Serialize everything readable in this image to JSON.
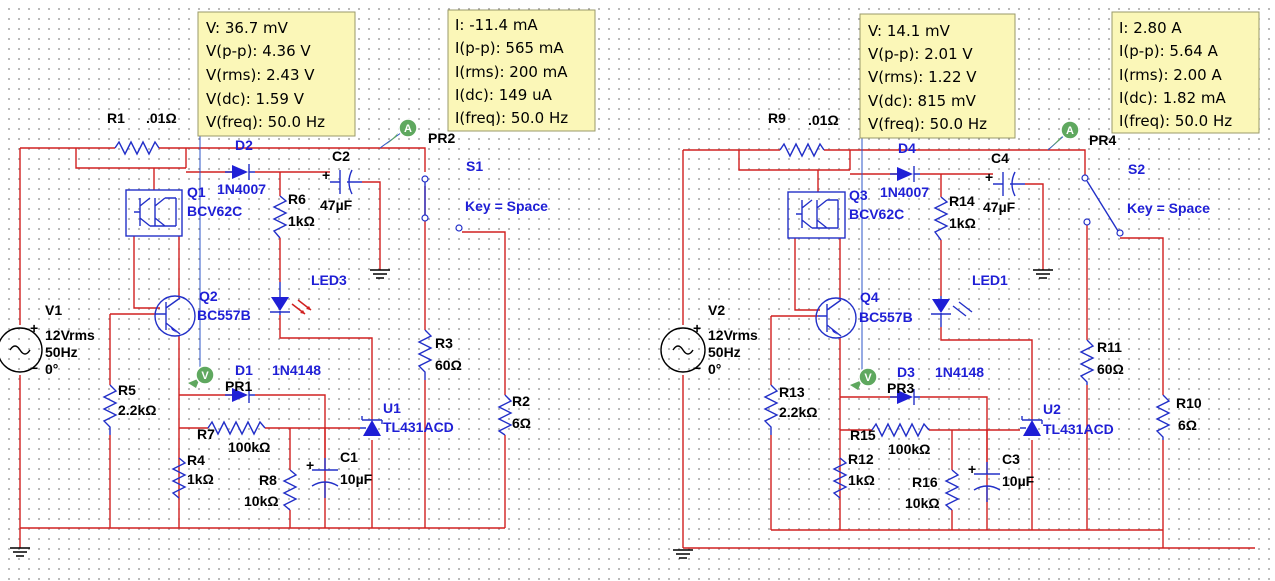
{
  "colors": {
    "wire": "#d12020",
    "component": "#1f1fd6",
    "probe": "#5fa85f",
    "tooltip": "#fbf7b8"
  },
  "left": {
    "r1_name": "R1",
    "r1_val": ".01Ω",
    "d2_name": "D2",
    "d2_model": "1N4007",
    "q1_name": "Q1",
    "q1_model": "BCV62C",
    "r6_name": "R6",
    "r6_val": "1kΩ",
    "c2_name": "C2",
    "c2_val": "47µF",
    "led_name": "LED3",
    "q2_name": "Q2",
    "q2_model": "BC557B",
    "v1_name": "V1",
    "v1_v": "12Vrms",
    "v1_f": "50Hz",
    "v1_ph": "0°",
    "r5_name": "R5",
    "r5_val": "2.2kΩ",
    "d1_name": "D1",
    "d1_model": "1N4148",
    "pr1": "PR1",
    "pr2": "PR2",
    "r7_name": "R7",
    "r7_val": "100kΩ",
    "r4_name": "R4",
    "r4_val": "1kΩ",
    "r8_name": "R8",
    "r8_val": "10kΩ",
    "c1_name": "C1",
    "c1_val": "10µF",
    "u1_name": "U1",
    "u1_model": "TL431ACD",
    "r3_name": "R3",
    "r3_val": "60Ω",
    "s1_name": "S1",
    "s1_key": "Key = Space",
    "r2_name": "R2",
    "r2_val": "6Ω",
    "voltmeter_letter": "V",
    "ammeter_letter": "A",
    "vprobe": [
      "V: 36.7 mV",
      "V(p-p): 4.36 V",
      "V(rms): 2.43 V",
      "V(dc): 1.59 V",
      "V(freq): 50.0 Hz"
    ],
    "iprobe": [
      "I: -11.4 mA",
      "I(p-p): 565 mA",
      "I(rms): 200 mA",
      "I(dc): 149 uA",
      "I(freq): 50.0 Hz"
    ]
  },
  "right": {
    "r1_name": "R9",
    "r1_val": ".01Ω",
    "d2_name": "D4",
    "d2_model": "1N4007",
    "q1_name": "Q3",
    "q1_model": "BCV62C",
    "r6_name": "R14",
    "r6_val": "1kΩ",
    "c2_name": "C4",
    "c2_val": "47µF",
    "led_name": "LED1",
    "q2_name": "Q4",
    "q2_model": "BC557B",
    "v1_name": "V2",
    "v1_v": "12Vrms",
    "v1_f": "50Hz",
    "v1_ph": "0°",
    "r5_name": "R13",
    "r5_val": "2.2kΩ",
    "d1_name": "D3",
    "d1_model": "1N4148",
    "pr1": "PR3",
    "pr2": "PR4",
    "r7_name": "R15",
    "r7_val": "100kΩ",
    "r4_name": "R12",
    "r4_val": "1kΩ",
    "r8_name": "R16",
    "r8_val": "10kΩ",
    "c1_name": "C3",
    "c1_val": "10µF",
    "u1_name": "U2",
    "u1_model": "TL431ACD",
    "r3_name": "R11",
    "r3_val": "60Ω",
    "s1_name": "S2",
    "s1_key": "Key = Space",
    "r2_name": "R10",
    "r2_val": "6Ω",
    "voltmeter_letter": "V",
    "ammeter_letter": "A",
    "vprobe": [
      "V: 14.1 mV",
      "V(p-p): 2.01 V",
      "V(rms): 1.22 V",
      "V(dc): 815 mV",
      "V(freq): 50.0 Hz"
    ],
    "iprobe": [
      "I: 2.80 A",
      "I(p-p): 5.64 A",
      "I(rms): 2.00 A",
      "I(dc): 1.82 mA",
      "I(freq): 50.0 Hz"
    ]
  }
}
